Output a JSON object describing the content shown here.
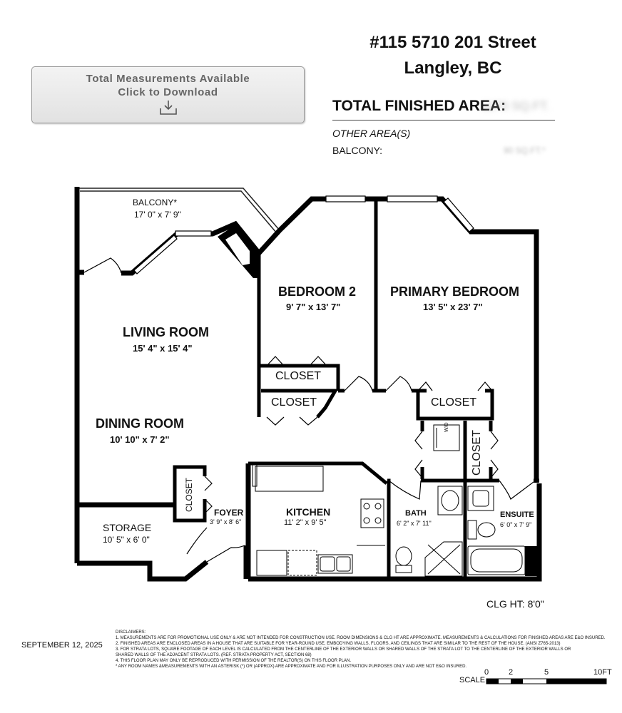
{
  "download": {
    "line1": "Total Measurements Available",
    "line2": "Click to Download",
    "icon": "download-icon"
  },
  "address": {
    "line1": "#115 5710 201 Street",
    "line2": "Langley, BC"
  },
  "area": {
    "finished_label": "TOTAL FINISHED AREA:",
    "finished_value": "1170 SQ.FT.",
    "other_label": "OTHER AREA(S)",
    "balcony_label": "BALCONY:",
    "balcony_value": "90 SQ.FT.*"
  },
  "rooms": {
    "balcony": {
      "name": "BALCONY*",
      "dim": "17' 0\" x 7' 9\""
    },
    "living": {
      "name": "LIVING ROOM",
      "dim": "15' 4\" x 15' 4\""
    },
    "dining": {
      "name": "DINING ROOM",
      "dim": "10' 10\" x 7' 2\""
    },
    "bedroom2": {
      "name": "BEDROOM 2",
      "dim": "9' 7\" x 13' 7\""
    },
    "primary": {
      "name": "PRIMARY BEDROOM",
      "dim": "13' 5\" x 23' 7\""
    },
    "storage": {
      "name": "STORAGE",
      "dim": "10' 5\" x 6' 0\""
    },
    "foyer": {
      "name": "FOYER",
      "dim": "3' 9\" x 8' 6\""
    },
    "kitchen": {
      "name": "KITCHEN",
      "dim": "11' 2\" x 9' 5\""
    },
    "bath": {
      "name": "BATH",
      "dim": "6' 2\" x 7' 11\""
    },
    "ensuite": {
      "name": "ENSUITE",
      "dim": "6' 0\" x 7' 9\""
    },
    "closet": "CLOSET",
    "wd": "W/D"
  },
  "ceiling_height": "CLG HT: 8'0\"",
  "date": "SEPTEMBER 12, 2025",
  "disclaimers": {
    "title": "DISCLAIMERS:",
    "items": [
      "1. MEASUREMENTS ARE FOR PROMOTIONAL USE ONLY & ARE NOT INTENDED FOR CONSTRUCTION USE. ROOM DIMENSIONS & CLG HT ARE APPROXIMATE. MEASUREMENTS & CALCULATIONS FOR FINISHED AREAS ARE E&O INSURED.",
      "2. FINISHED AREAS ARE ENCLOSED AREAS IN A HOUSE THAT ARE SUITABLE FOR YEAR-ROUND USE, EMBODYING WALLS, FLOORS, AND CEILINGS THAT ARE SIMILAR TO THE REST OF THE HOUSE. (ANSI Z765-2013)",
      "3. FOR STRATA LOTS, SQUARE FOOTAGE OF EACH LEVEL IS CALCULATED FROM THE CENTERLINE OF THE EXTERIOR WALLS OR SHARED WALLS OF THE STRATA LOT TO THE CENTERLINE OF THE EXTERIOR WALLS OR",
      "SHARED WALLS OF THE ADJACENT STRATA LOTS. (REF. STRATA PROPERTY ACT, SECTION 68)",
      "4. THIS FLOOR PLAN MAY ONLY BE REPRODUCED WITH PERMISSION OF THE REALTOR(S) ON THIS FLOOR PLAN.",
      "* ANY ROOM NAMES  &MEASUREMENTS WITH AN ASTERISK (*) OR (APPROX) ARE APPROXIMATE AND FOR ILLUSTRATION PURPOSES ONLY AND ARE NOT E&O INSURED."
    ]
  },
  "scale": {
    "word": "SCALE",
    "ticks": [
      "0",
      "2",
      "5",
      "10FT"
    ]
  }
}
